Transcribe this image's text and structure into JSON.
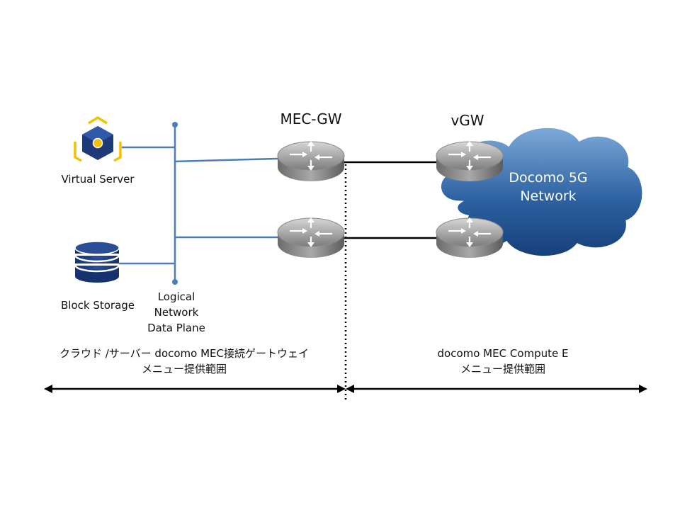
{
  "labels": {
    "mec_gw": "MEC-GW",
    "vgw": "vGW",
    "virtual_server": "Virtual Server",
    "block_storage": "Block Storage",
    "logical_network": [
      "Logical",
      "Network",
      "Data Plane"
    ],
    "cloud": [
      "Docomo 5G",
      "Network"
    ],
    "left_scope": [
      "クラウド /サーバー docomo MEC接続ゲートウェイ",
      "メニュー提供範囲"
    ],
    "right_scope": [
      "docomo MEC Compute E",
      "メニュー提供範囲"
    ]
  },
  "colors": {
    "link_blue": "#4a7ebb",
    "cloud_dark": "#1e4f8e",
    "cloud_light": "#6f9fd1",
    "router_gray": "#8c8c8c",
    "icon_navy": "#1f3a78",
    "icon_yellow": "#f2c100"
  },
  "icons": {
    "server": "virtual-server-cube-icon",
    "storage": "database-cylinder-icon",
    "router": "router-arrows-icon",
    "cloud": "cloud-icon"
  }
}
